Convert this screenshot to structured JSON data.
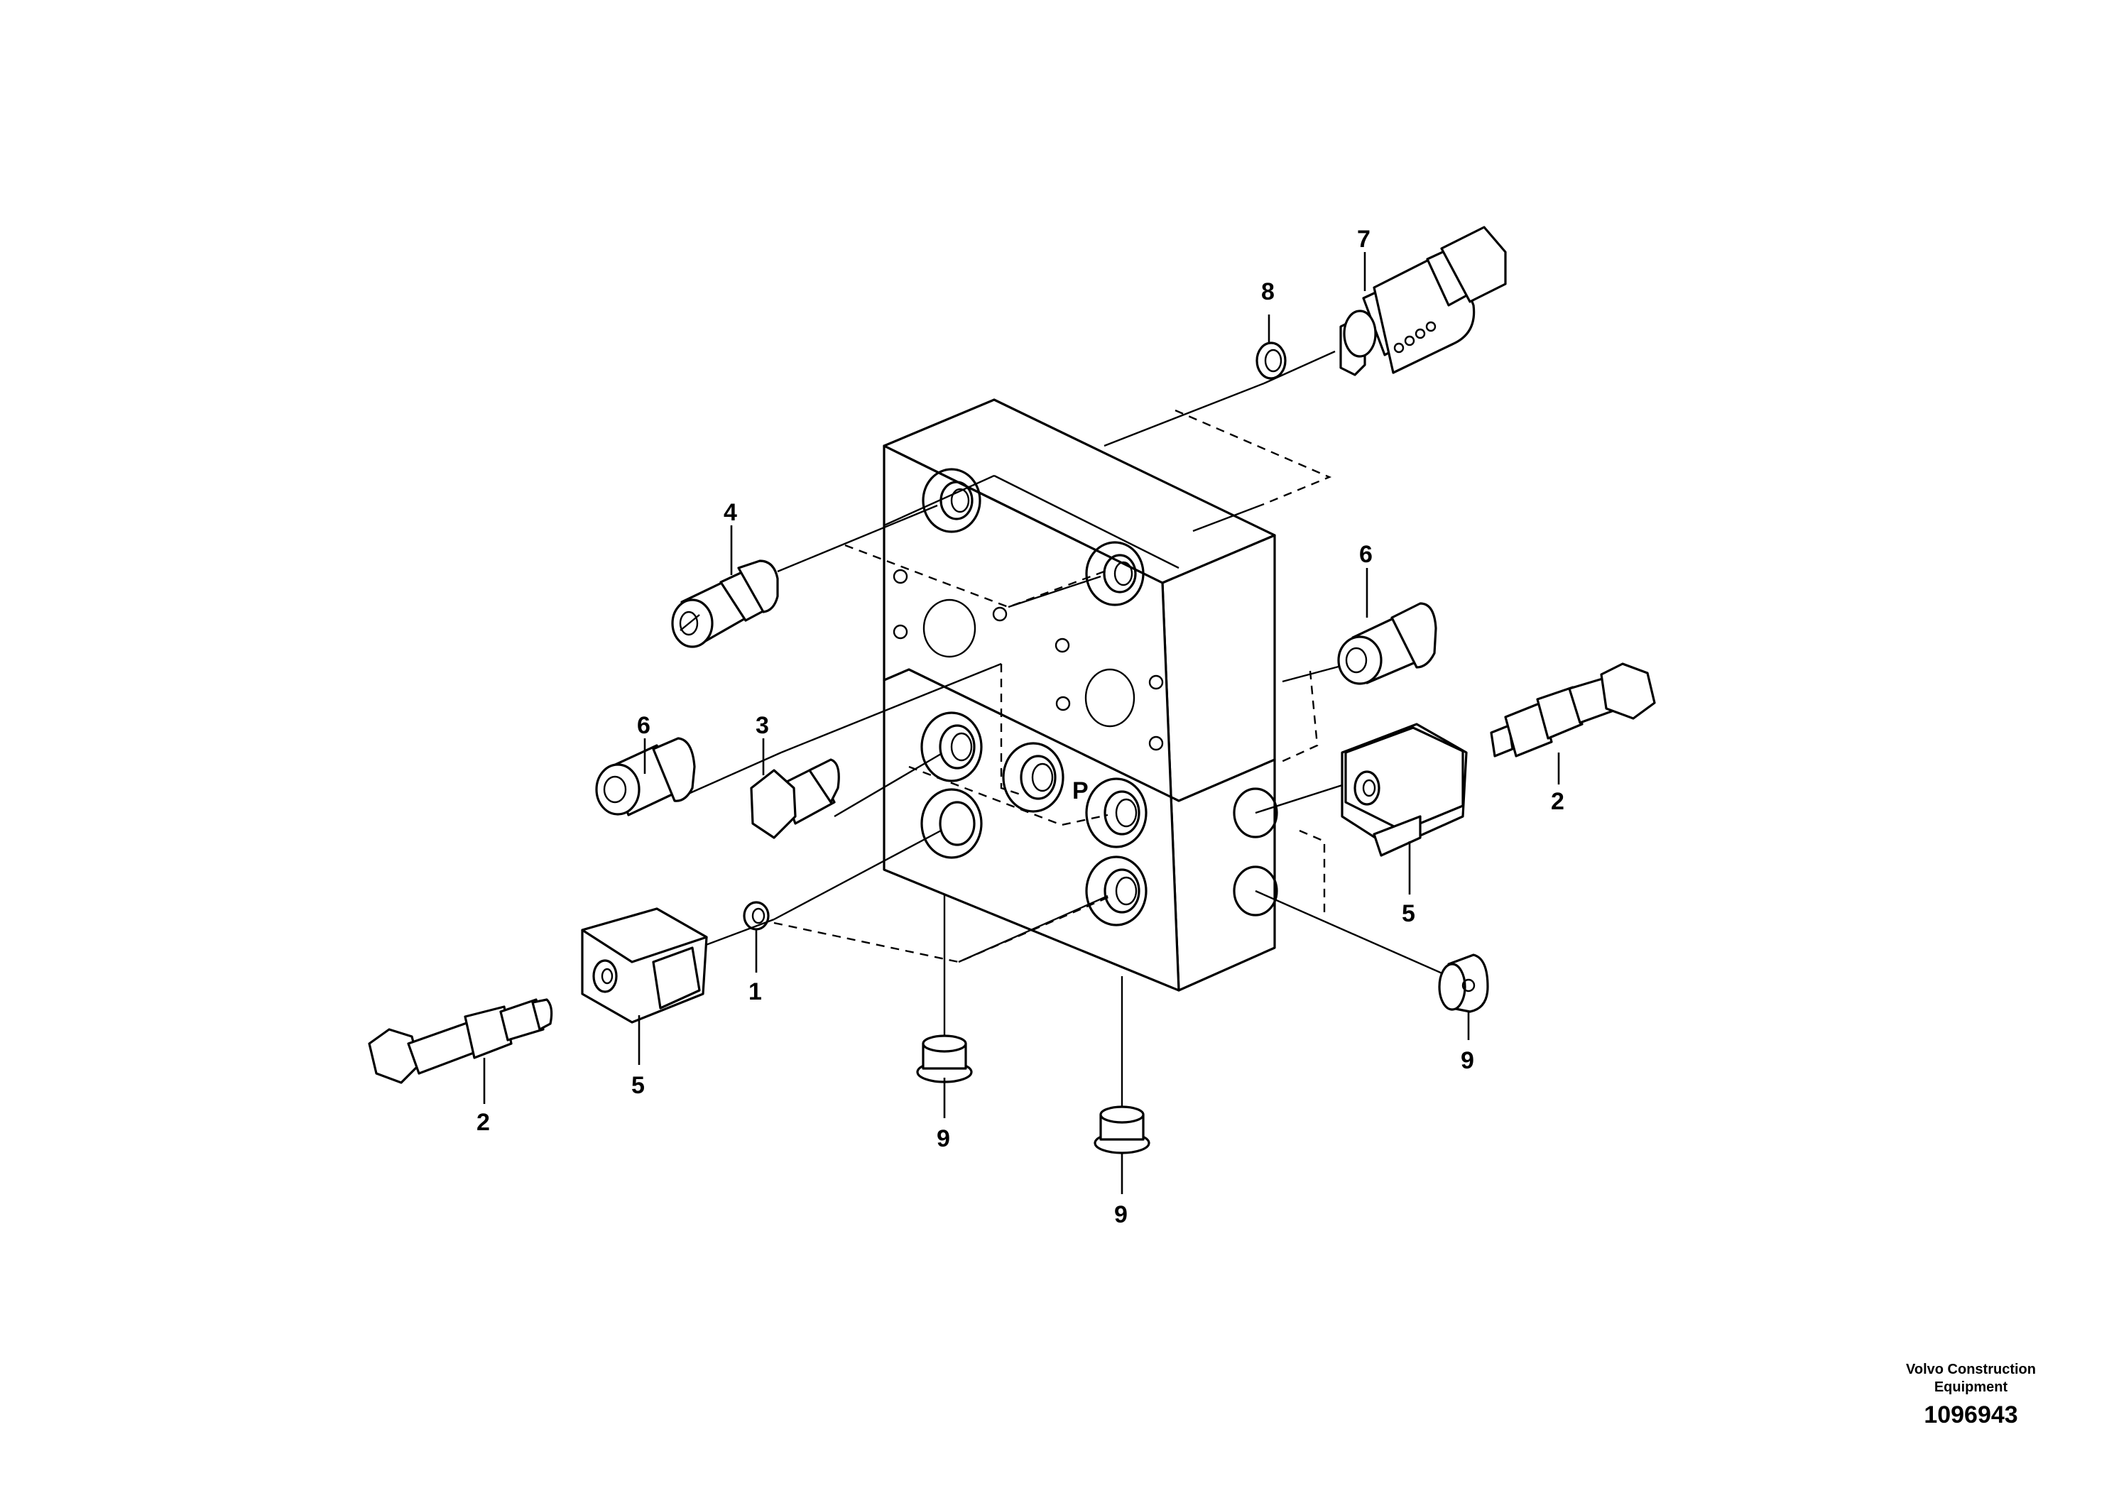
{
  "callouts": {
    "c1": "1",
    "c2_left": "2",
    "c2_right": "2",
    "c3": "3",
    "c4": "4",
    "c5_left": "5",
    "c5_right": "5",
    "c6_left": "6",
    "c6_right": "6",
    "c7": "7",
    "c8": "8",
    "c9_a": "9",
    "c9_b": "9",
    "c9_c": "9"
  },
  "port_label": "P",
  "brand": {
    "line1": "Volvo Construction",
    "line2": "Equipment",
    "number": "1096943"
  }
}
